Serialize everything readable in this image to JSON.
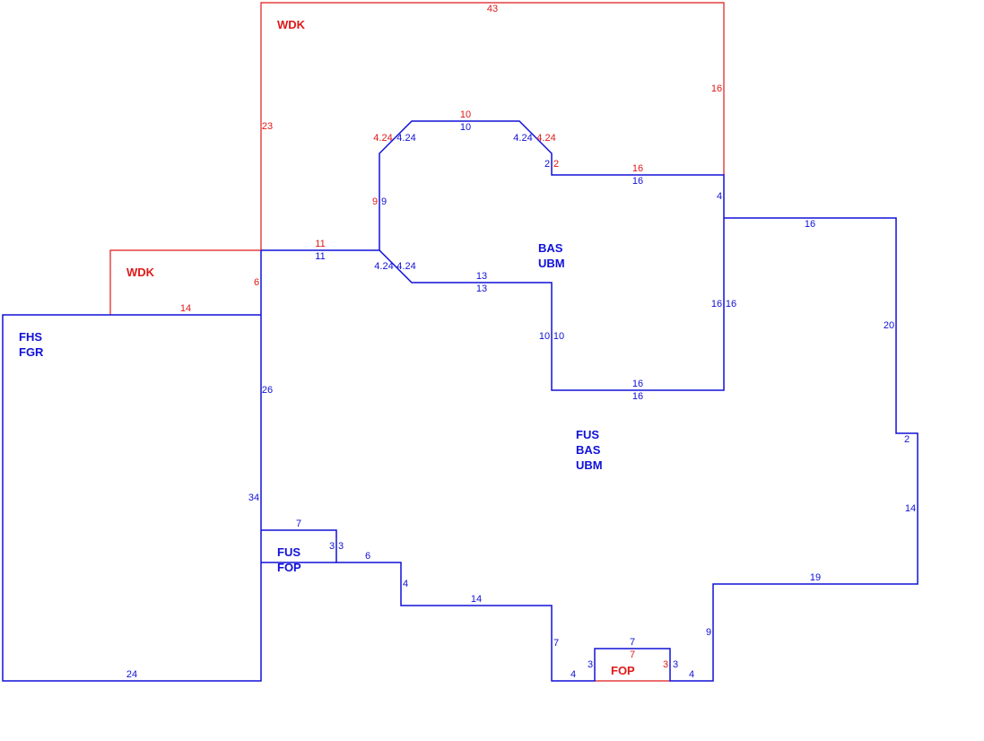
{
  "colors": {
    "main": "#1010d8",
    "porch": "#e01818",
    "background": "#ffffff"
  },
  "areas": [
    {
      "id": "wdk-top",
      "lines": [
        "WDK"
      ],
      "color": "porch"
    },
    {
      "id": "wdk-left",
      "lines": [
        "WDK"
      ],
      "color": "porch"
    },
    {
      "id": "fhs-fgr",
      "lines": [
        "FHS",
        "FGR"
      ],
      "color": "main"
    },
    {
      "id": "bas-ubm",
      "lines": [
        "BAS",
        "UBM"
      ],
      "color": "main"
    },
    {
      "id": "fus-bas-ubm",
      "lines": [
        "FUS",
        "BAS",
        "UBM"
      ],
      "color": "main"
    },
    {
      "id": "fus-fop",
      "lines": [
        "FUS",
        "FOP"
      ],
      "color": "main"
    },
    {
      "id": "fop-bottom",
      "lines": [
        "FOP"
      ],
      "color": "porch"
    }
  ],
  "dimensions": [
    {
      "value": "43",
      "color": "porch"
    },
    {
      "value": "16",
      "color": "porch"
    },
    {
      "value": "23",
      "color": "porch"
    },
    {
      "value": "10",
      "color": "porch"
    },
    {
      "value": "10",
      "color": "main"
    },
    {
      "value": "4.24",
      "color": "porch"
    },
    {
      "value": "4.24",
      "color": "main"
    },
    {
      "value": "4.24",
      "color": "main"
    },
    {
      "value": "4.24",
      "color": "porch"
    },
    {
      "value": "2",
      "color": "main"
    },
    {
      "value": "2",
      "color": "porch"
    },
    {
      "value": "16",
      "color": "porch"
    },
    {
      "value": "16",
      "color": "main"
    },
    {
      "value": "4",
      "color": "main"
    },
    {
      "value": "9",
      "color": "porch"
    },
    {
      "value": "9",
      "color": "main"
    },
    {
      "value": "16",
      "color": "main"
    },
    {
      "value": "11",
      "color": "porch"
    },
    {
      "value": "11",
      "color": "main"
    },
    {
      "value": "4.24",
      "color": "main"
    },
    {
      "value": "4.24",
      "color": "main"
    },
    {
      "value": "13",
      "color": "main"
    },
    {
      "value": "13",
      "color": "main"
    },
    {
      "value": "6",
      "color": "porch"
    },
    {
      "value": "14",
      "color": "porch"
    },
    {
      "value": "16",
      "color": "main"
    },
    {
      "value": "16",
      "color": "main"
    },
    {
      "value": "20",
      "color": "main"
    },
    {
      "value": "10",
      "color": "main"
    },
    {
      "value": "10",
      "color": "main"
    },
    {
      "value": "26",
      "color": "main"
    },
    {
      "value": "16",
      "color": "main"
    },
    {
      "value": "16",
      "color": "main"
    },
    {
      "value": "2",
      "color": "main"
    },
    {
      "value": "34",
      "color": "main"
    },
    {
      "value": "14",
      "color": "main"
    },
    {
      "value": "7",
      "color": "main"
    },
    {
      "value": "3",
      "color": "main"
    },
    {
      "value": "3",
      "color": "main"
    },
    {
      "value": "6",
      "color": "main"
    },
    {
      "value": "19",
      "color": "main"
    },
    {
      "value": "4",
      "color": "main"
    },
    {
      "value": "14",
      "color": "main"
    },
    {
      "value": "9",
      "color": "main"
    },
    {
      "value": "7",
      "color": "main"
    },
    {
      "value": "7",
      "color": "main"
    },
    {
      "value": "7",
      "color": "porch"
    },
    {
      "value": "3",
      "color": "main"
    },
    {
      "value": "3",
      "color": "porch"
    },
    {
      "value": "3",
      "color": "main"
    },
    {
      "value": "4",
      "color": "main"
    },
    {
      "value": "4",
      "color": "main"
    },
    {
      "value": "24",
      "color": "main"
    }
  ]
}
